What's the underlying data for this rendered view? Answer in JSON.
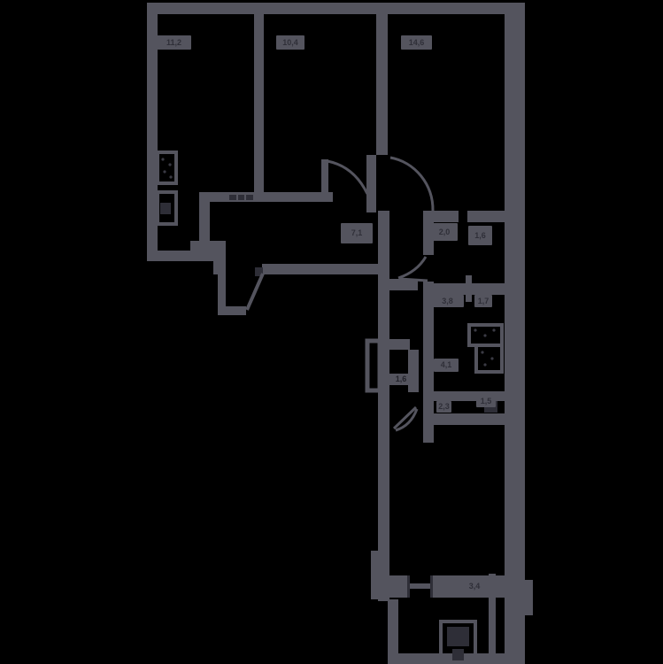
{
  "meta": {
    "type": "apartment-floor-plan",
    "background_color": "#000000",
    "wall_color": "#54545E",
    "label_text_color": "#2F2F38",
    "units": "m2"
  },
  "rooms": [
    {
      "name": "room-top-left",
      "area": "11,2"
    },
    {
      "name": "room-top-middle",
      "area": "10,4"
    },
    {
      "name": "room-top-right",
      "area": "14,6"
    },
    {
      "name": "hallway",
      "area": "7,1"
    },
    {
      "name": "small-room-a",
      "area": "2,0"
    },
    {
      "name": "small-room-b",
      "area": "1,6"
    },
    {
      "name": "bathroom",
      "area": "3,8"
    },
    {
      "name": "duct",
      "area": "1,7"
    },
    {
      "name": "storage",
      "area": "4,1"
    },
    {
      "name": "closet",
      "area": "1,6"
    },
    {
      "name": "niche",
      "area": "2,3"
    },
    {
      "name": "shaft",
      "area": "1,5"
    },
    {
      "name": "balcony",
      "area": "3,4"
    }
  ]
}
